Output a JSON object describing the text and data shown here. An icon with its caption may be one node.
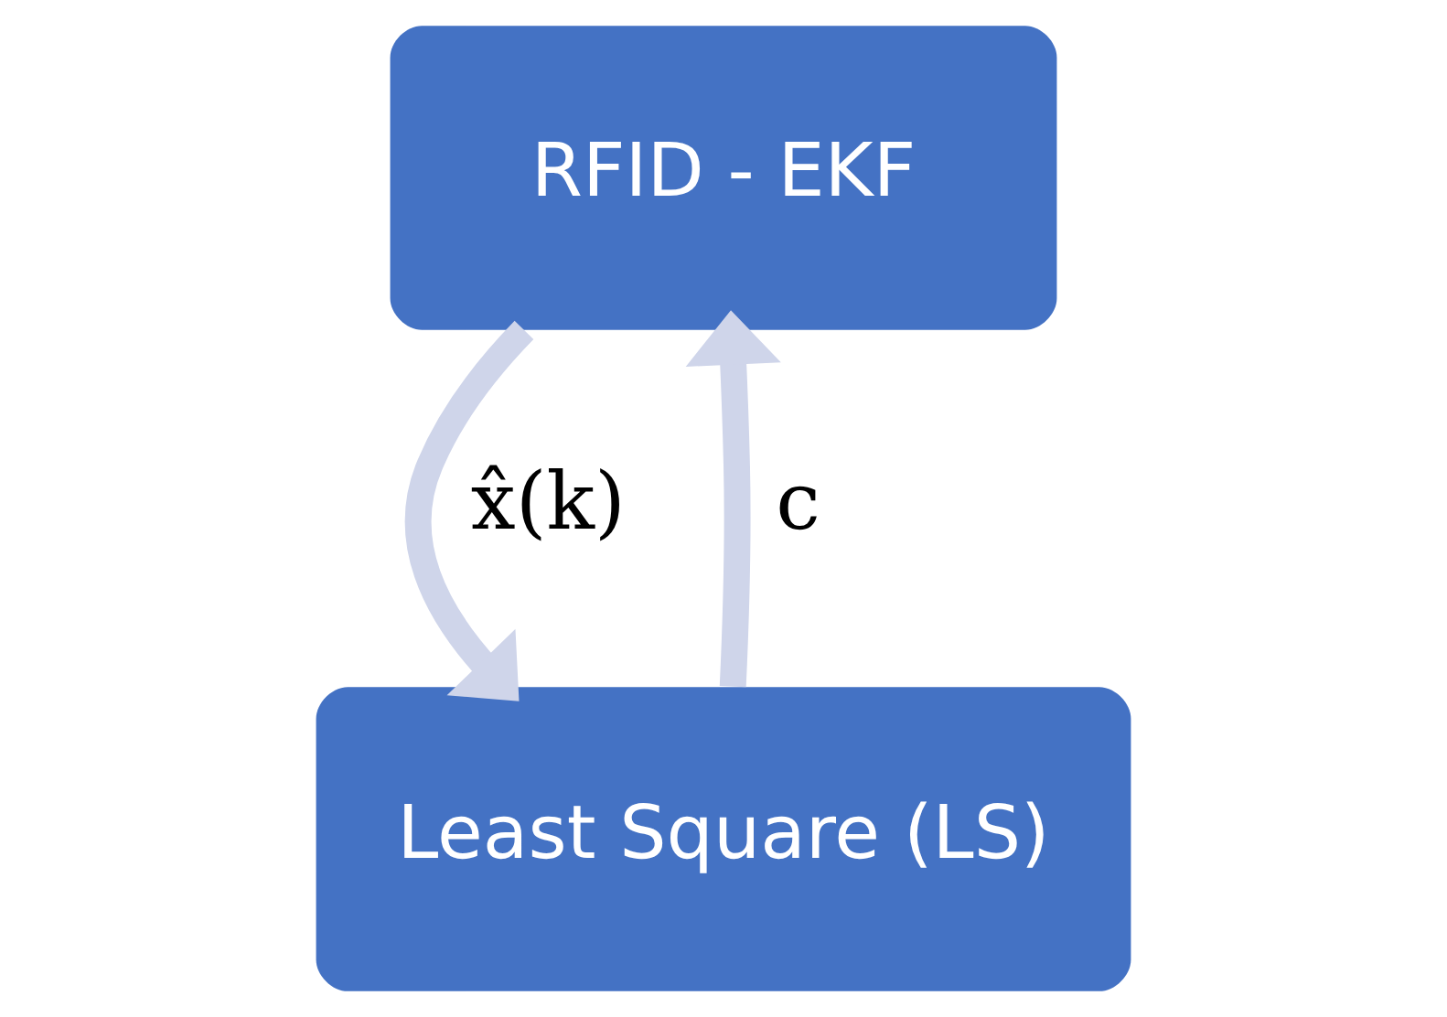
{
  "diagram": {
    "nodes": [
      {
        "text": [
          "RFID - EKF"
        ]
      },
      {
        "text": [
          "Least Square (LS)"
        ]
      }
    ],
    "edges": [
      {
        "from": 0,
        "to": 1,
        "arrow": "to",
        "label": "x̂(k)"
      },
      {
        "from": 1,
        "to": 0,
        "arrow": "to",
        "label": "c"
      }
    ]
  }
}
